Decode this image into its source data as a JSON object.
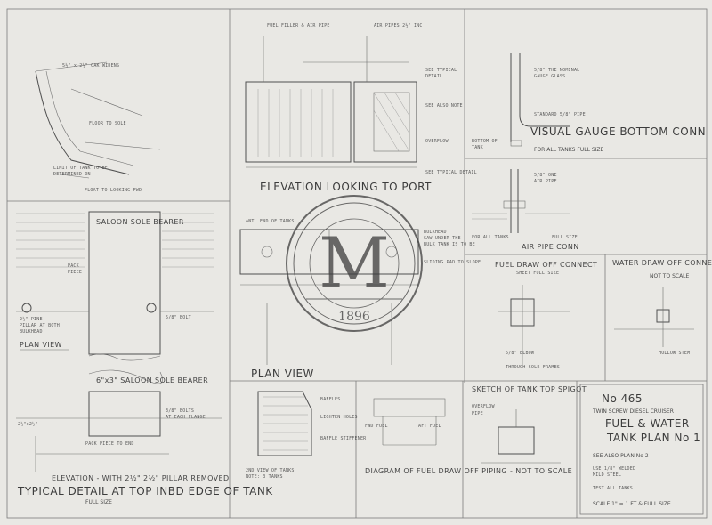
{
  "sheet": {
    "paper_color": "#e9e8e4",
    "ink_color": "#4f4f4f",
    "stamp_color": "#3d3d3d"
  },
  "views": {
    "elevation_port": "ELEVATION LOOKING TO PORT",
    "plan_view_center": "PLAN VIEW",
    "plan_view_left": "PLAN VIEW",
    "elevation_pillar": "ELEVATION - WITH 2½\"·2½\" PILLAR REMOVED",
    "typical_detail": "TYPICAL DETAIL AT TOP INBD EDGE OF TANK",
    "typical_detail_scale": "FULL SIZE",
    "visual_gauge": "VISUAL GAUGE BOTTOM CONN",
    "visual_gauge_sub": "FOR ALL TANKS FULL SIZE",
    "air_pipe": "AIR PIPE CONN",
    "fuel_drawoff": "FUEL DRAW OFF CONNECT",
    "water_drawoff": "WATER DRAW OFF CONNECT",
    "water_drawoff_sub": "NOT TO SCALE",
    "fuel_diagram": "DIAGRAM OF FUEL DRAW OFF PIPING - NOT TO SCALE",
    "sketch_spigot": "SKETCH OF TANK TOP SPIGOT",
    "saloon_sole_bearer": "SALOON SOLE BEARER",
    "saloon_sole_bearer_2": "6\"x3\" SALOON SOLE BEARER",
    "profile_label": "FLOAT TO LOOKING FWD"
  },
  "title_block": {
    "number": "No 465",
    "line1": "TWIN SCREW DIESEL CRUISER",
    "line2": "FUEL & WATER",
    "line3": "TANK PLAN No 1",
    "note": "SEE ALSO PLAN No 2",
    "scale": "SCALE 1\" = 1 FT & FULL SIZE"
  },
  "stamp": {
    "letter": "M",
    "year": "1896"
  }
}
